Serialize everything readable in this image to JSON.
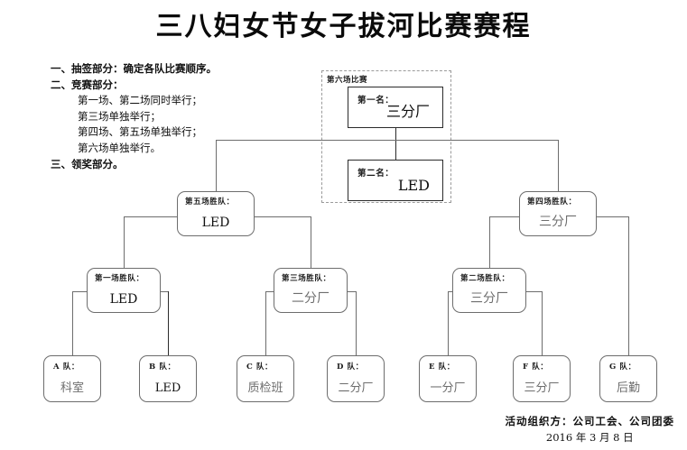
{
  "title": "三八妇女节女子拔河比赛赛程",
  "intro": {
    "lines": [
      {
        "text": "一、抽签部分：确定各队比赛顺序。",
        "style": "head"
      },
      {
        "text": "二、竞赛部分：",
        "style": "head"
      },
      {
        "text": "第一场、第二场同时举行；",
        "style": "indent"
      },
      {
        "text": "第三场单独举行；",
        "style": "indent"
      },
      {
        "text": "第四场、第五场单独举行；",
        "style": "indent"
      },
      {
        "text": "第六场单独举行。",
        "style": "indent"
      },
      {
        "text": "三、领奖部分。",
        "style": "head"
      }
    ]
  },
  "champion_region": {
    "caption": "第六场比赛",
    "first": {
      "label": "第一名：",
      "value": "三分厂"
    },
    "second": {
      "label": "第二名：",
      "value": "LED"
    }
  },
  "semifinals": [
    {
      "label": "第五场胜队：",
      "value": "LED",
      "side": "left"
    },
    {
      "label": "第四场胜队：",
      "value": "三分厂",
      "side": "right"
    }
  ],
  "quarterfinals": [
    {
      "label": "第一场胜队：",
      "value": "LED"
    },
    {
      "label": "第三场胜队：",
      "value": "二分厂"
    },
    {
      "label": "第二场胜队：",
      "value": "三分厂"
    }
  ],
  "teams": [
    {
      "label": "A 队：",
      "value": "科室"
    },
    {
      "label": "B 队：",
      "value": "LED"
    },
    {
      "label": "C 队：",
      "value": "质检班"
    },
    {
      "label": "D 队：",
      "value": "二分厂"
    },
    {
      "label": "E 队：",
      "value": "一分厂"
    },
    {
      "label": "F 队：",
      "value": "三分厂"
    },
    {
      "label": "G 队：",
      "value": "后勤"
    }
  ],
  "footer": {
    "organizer": "活动组织方：公司工会、公司团委",
    "date": "2016 年 3 月 8 日"
  },
  "colors": {
    "line": "#6d6d6d",
    "line_dark": "#2b2b2b",
    "dashed": "#9a9a9a",
    "value_text": "#6e6e6e",
    "label_text": "#1a1a1a"
  }
}
